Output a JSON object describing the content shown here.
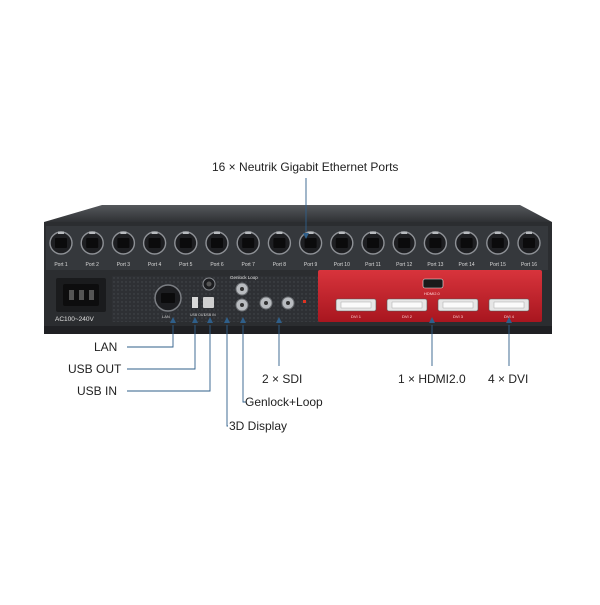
{
  "callouts": {
    "ethernet": "16 × Neutrik Gigabit Ethernet Ports",
    "lan": "LAN",
    "usb_out": "USB OUT",
    "usb_in": "USB IN",
    "sdi": "2 × SDI",
    "genlock": "Genlock+Loop",
    "display3d": "3D Display",
    "hdmi": "1 × HDMI2.0",
    "dvi": "4 × DVI"
  },
  "device": {
    "ports": [
      "Port 1",
      "Port 2",
      "Port 3",
      "Port 4",
      "Port 5",
      "Port 6",
      "Port 7",
      "Port 8",
      "Port 9",
      "Port 10",
      "Port 11",
      "Port 12",
      "Port 13",
      "Port 14",
      "Port 15",
      "Port 16"
    ],
    "power_label": "AC100~240V",
    "genlock_panel_label": "Genlock Loop",
    "lan_label": "LAN",
    "usb_out_label": "USB OUT",
    "usb_in_label": "USB IN",
    "hdmi_label": "HDMI2.0",
    "dvi_labels": [
      "DVI 1",
      "DVI 2",
      "DVI 3",
      "DVI 4"
    ]
  },
  "colors": {
    "chassis": "#2b2d30",
    "panel": "#3a3d41",
    "card": "#c0202a",
    "leader": "#2f5f8a"
  }
}
